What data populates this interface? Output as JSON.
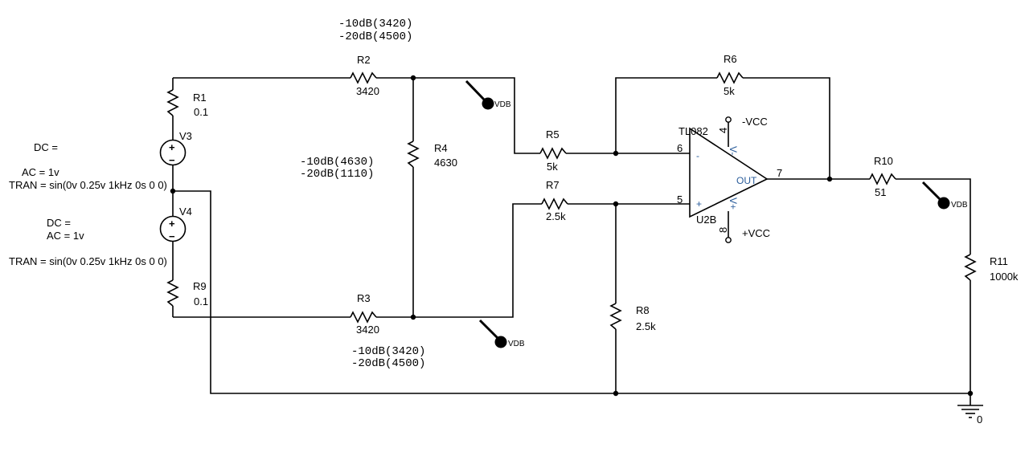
{
  "colors": {
    "wire": "#000000",
    "opamp_text": "#2b5d9b"
  },
  "notes": {
    "top_line1": "-10dB(3420)",
    "top_line2": "-20dB(4500)",
    "mid_line1": "-10dB(4630)",
    "mid_line2": "-20dB(1110)",
    "bot_line1": "-10dB(3420)",
    "bot_line2": "-20dB(4500)"
  },
  "resistors": {
    "R1": {
      "name": "R1",
      "value": "0.1"
    },
    "R2": {
      "name": "R2",
      "value": "3420"
    },
    "R3": {
      "name": "R3",
      "value": "3420"
    },
    "R4": {
      "name": "R4",
      "value": "4630"
    },
    "R5": {
      "name": "R5",
      "value": "5k"
    },
    "R6": {
      "name": "R6",
      "value": "5k"
    },
    "R7": {
      "name": "R7",
      "value": "2.5k"
    },
    "R8": {
      "name": "R8",
      "value": "2.5k"
    },
    "R9": {
      "name": "R9",
      "value": "0.1"
    },
    "R10": {
      "name": "R10",
      "value": "51"
    },
    "R11": {
      "name": "R11",
      "value": "1000k"
    }
  },
  "sources": {
    "V3": {
      "name": "V3",
      "dc": "DC =",
      "ac": "AC = 1v",
      "tran": "TRAN = sin(0v 0.25v 1kHz 0s 0 0)"
    },
    "V4": {
      "name": "V4",
      "dc": "DC =",
      "ac": "AC = 1v",
      "tran": "TRAN = sin(0v 0.25v 1kHz 0s 0 0)"
    },
    "plus_sign": "+",
    "minus_sign": "−"
  },
  "opamp": {
    "part": "TL082",
    "ref": "U2B",
    "out_label": "OUT",
    "inv_sign": "-",
    "noninv_sign": "+",
    "pin_inv": "6",
    "pin_noninv": "5",
    "pin_out": "7",
    "pin_vneg": "4",
    "pin_vpos": "8",
    "vneg_label": "-VCC",
    "vpos_label": "+VCC",
    "pin_marker_top": "V-",
    "pin_marker_bottom": "V+"
  },
  "probes": {
    "label": "VDB"
  },
  "ground": {
    "label": "0"
  }
}
